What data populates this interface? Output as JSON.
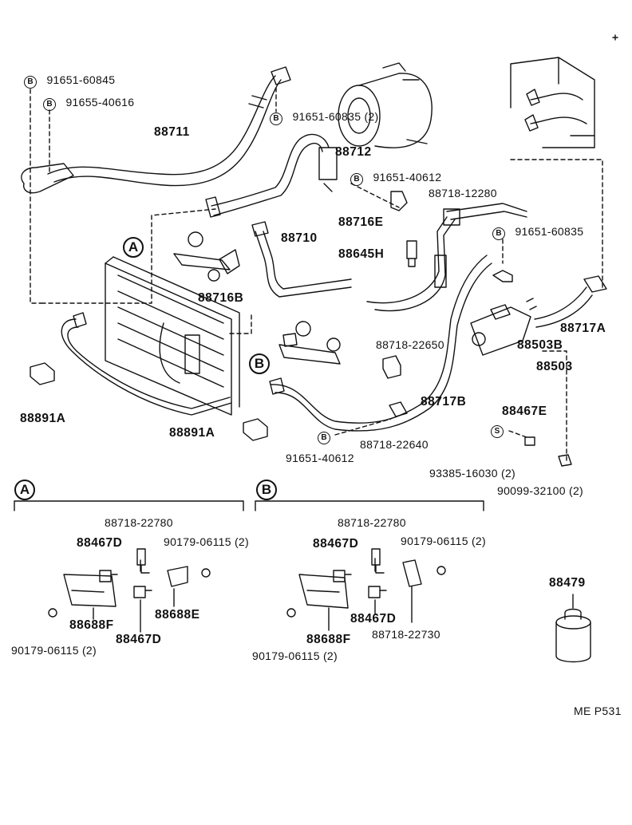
{
  "badges": {
    "B": "B",
    "A": "A",
    "S": "S"
  },
  "labels": {
    "p91651_60845": "91651-60845",
    "p91655_40616": "91655-40616",
    "p88711": "88711",
    "p91651_60835_2": "91651-60835 (2)",
    "p88712": "88712",
    "p91651_40612_top": "91651-40612",
    "p88718_12280": "88718-12280",
    "p88716E": "88716E",
    "p88710": "88710",
    "p88645H": "88645H",
    "p91651_60835": "91651-60835",
    "p88716B": "88716B",
    "p88717A": "88717A",
    "p88503B": "88503B",
    "p88503": "88503",
    "p88718_22650": "88718-22650",
    "p88717B": "88717B",
    "p88891A_left": "88891A",
    "p88891A_mid": "88891A",
    "p88467E": "88467E",
    "p88718_22640": "88718-22640",
    "p91651_40612_bot": "91651-40612",
    "p93385_16030": "93385-16030 (2)",
    "p90099_32100": "90099-32100 (2)",
    "a_88718_22780": "88718-22780",
    "a_88467D_top": "88467D",
    "a_90179_06115_right": "90179-06115 (2)",
    "a_88688F": "88688F",
    "a_88688E": "88688E",
    "a_88467D_bot": "88467D",
    "a_90179_06115_left": "90179-06115 (2)",
    "b_88718_22780": "88718-22780",
    "b_88467D_top": "88467D",
    "b_90179_06115_right": "90179-06115 (2)",
    "b_88467D_bot": "88467D",
    "b_88718_22730": "88718-22730",
    "b_88688F": "88688F",
    "b_90179_06115_left": "90179-06115 (2)",
    "p88479": "88479",
    "footer": "ME P531"
  }
}
